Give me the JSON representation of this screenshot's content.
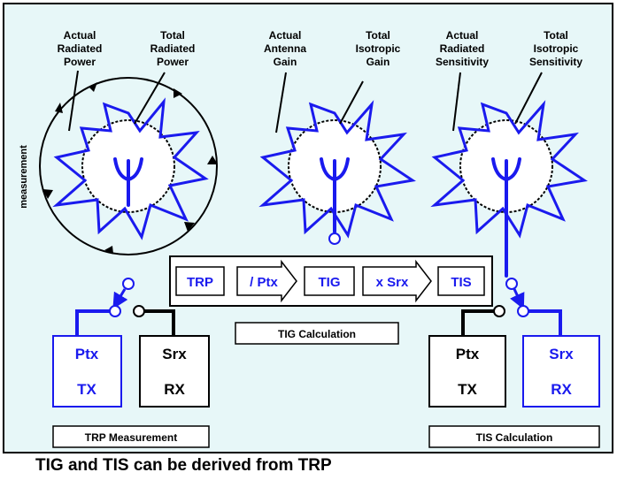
{
  "colors": {
    "blue": "#1a1aee",
    "panel": "#e7f7f8",
    "black": "#000000"
  },
  "labels": {
    "actual_radiated_power": [
      "Actual",
      "Radiated",
      "Power"
    ],
    "total_radiated_power": [
      "Total",
      "Radiated",
      "Power"
    ],
    "actual_antenna_gain": [
      "Actual",
      "Antenna",
      "Gain"
    ],
    "total_isotropic_gain": [
      "Total",
      "Isotropic",
      "Gain"
    ],
    "actual_radiated_sensitivity": [
      "Actual",
      "Radiated",
      "Sensitivity"
    ],
    "total_isotropic_sensitivity": [
      "Total",
      "Isotropic",
      "Sensitivity"
    ],
    "measurement": "measurement"
  },
  "flow": {
    "trp": "TRP",
    "div_ptx": "/ Ptx",
    "tig": "TIG",
    "x_srx": "x Srx",
    "tis": "TIS"
  },
  "boxes": {
    "left_tx": {
      "top": "Ptx",
      "bottom": "TX"
    },
    "left_rx": {
      "top": "Srx",
      "bottom": "RX"
    },
    "right_tx": {
      "top": "Ptx",
      "bottom": "TX"
    },
    "right_rx": {
      "top": "Srx",
      "bottom": "RX"
    }
  },
  "captions": {
    "tig_calc": "TIG Calculation",
    "trp_meas": "TRP Measurement",
    "tis_calc": "TIS Calculation"
  },
  "footer": "TIG and TIS can be derived from TRP"
}
